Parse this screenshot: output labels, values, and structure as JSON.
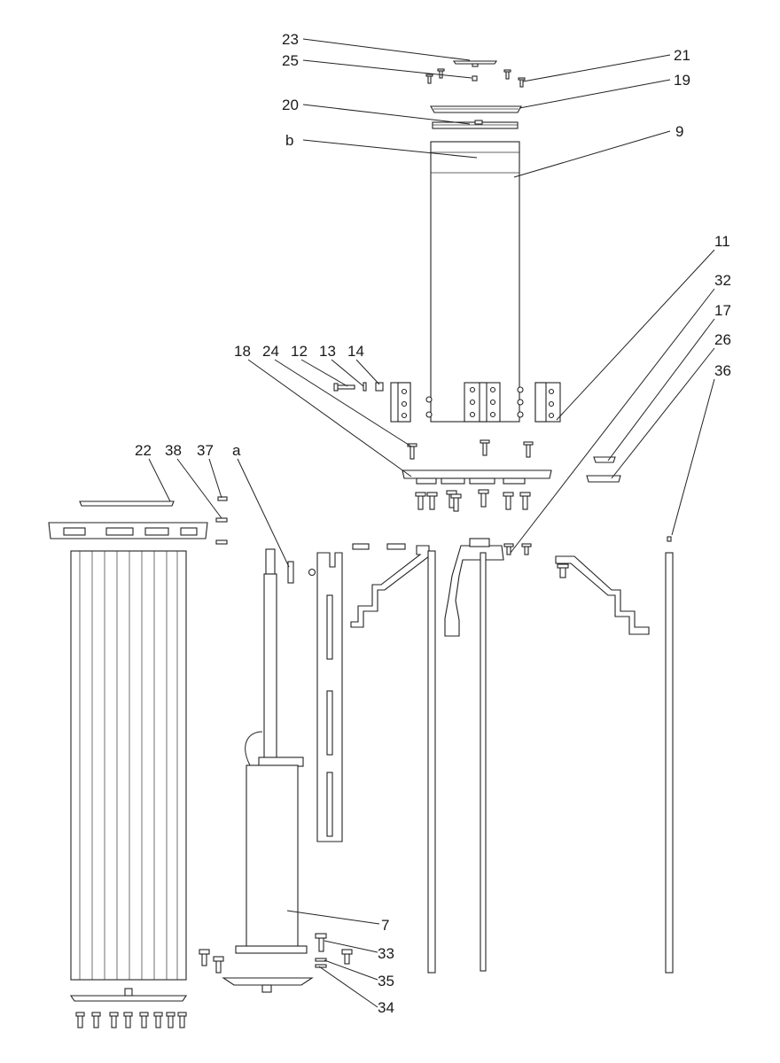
{
  "labels": {
    "l23": "23",
    "l25": "25",
    "l21": "21",
    "l19": "19",
    "l20": "20",
    "lb": "b",
    "l9": "9",
    "l11": "11",
    "l32": "32",
    "l17": "17",
    "l26": "26",
    "l36": "36",
    "l18": "18",
    "l24": "24",
    "l12": "12",
    "l13": "13",
    "l14": "14",
    "l22": "22",
    "l38": "38",
    "l37": "37",
    "la": "a",
    "l7": "7",
    "l33": "33",
    "l35": "35",
    "l34": "34"
  }
}
